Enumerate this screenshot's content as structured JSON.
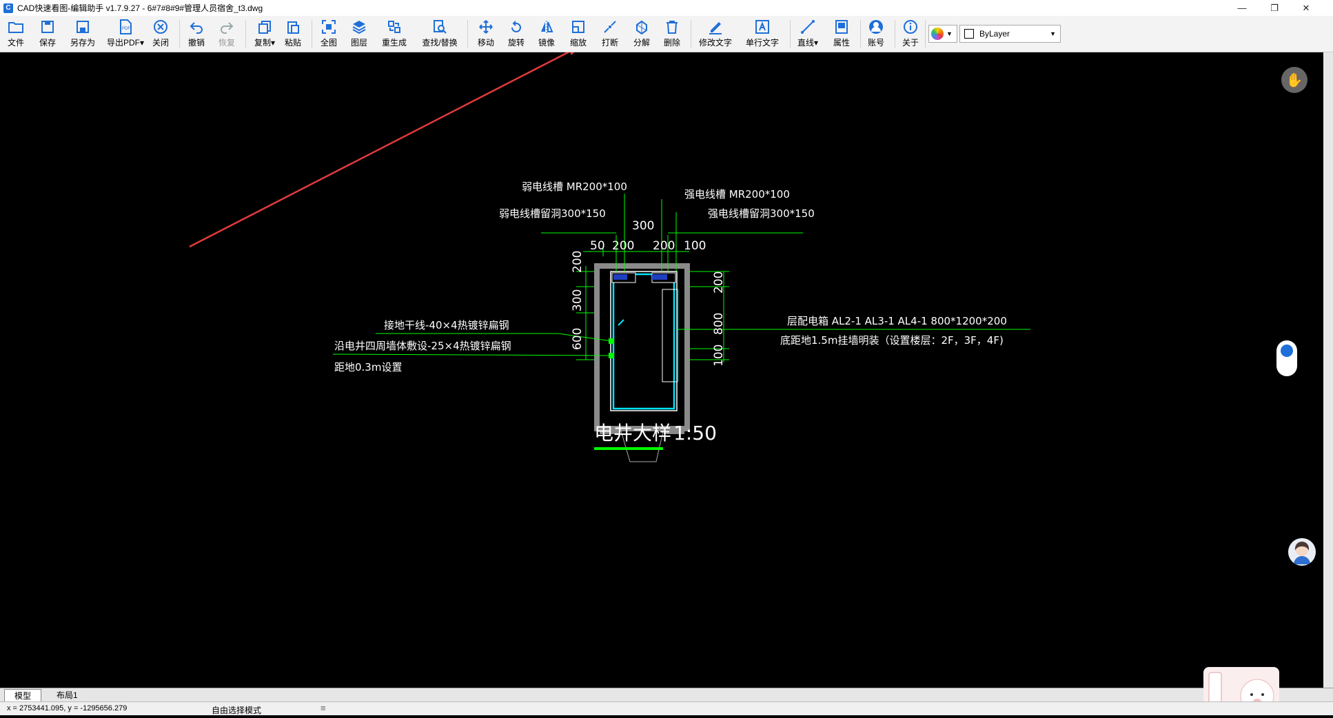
{
  "window": {
    "title": "CAD快速看图-编辑助手 v1.7.9.27 - 6#7#8#9#管理人员宿舍_t3.dwg",
    "minimize_icon": "minimize-icon",
    "maximize_icon": "restore-icon",
    "close_icon": "close-icon"
  },
  "toolbar": {
    "buttons": [
      {
        "label": "文件",
        "icon": "folder-icon"
      },
      {
        "label": "保存",
        "icon": "save-icon"
      },
      {
        "label": "另存为",
        "icon": "save-as-icon"
      },
      {
        "label": "导出PDF▾",
        "icon": "pdf-icon"
      },
      {
        "label": "关闭",
        "icon": "close-circle-icon"
      },
      {
        "label": "撤销",
        "icon": "undo-icon"
      },
      {
        "label": "恢复",
        "icon": "redo-icon"
      },
      {
        "label": "复制▾",
        "icon": "copy-icon"
      },
      {
        "label": "粘贴",
        "icon": "paste-icon"
      },
      {
        "label": "全图",
        "icon": "fit-all-icon"
      },
      {
        "label": "图层",
        "icon": "layers-icon"
      },
      {
        "label": "重生成",
        "icon": "regen-icon"
      },
      {
        "label": "查找/替换",
        "icon": "find-replace-icon"
      },
      {
        "label": "移动",
        "icon": "move-icon"
      },
      {
        "label": "旋转",
        "icon": "rotate-icon"
      },
      {
        "label": "镜像",
        "icon": "mirror-icon"
      },
      {
        "label": "缩放",
        "icon": "scale-icon"
      },
      {
        "label": "打断",
        "icon": "break-icon"
      },
      {
        "label": "分解",
        "icon": "explode-icon"
      },
      {
        "label": "删除",
        "icon": "delete-icon"
      },
      {
        "label": "修改文字",
        "icon": "edit-text-icon"
      },
      {
        "label": "单行文字",
        "icon": "single-line-text-icon"
      },
      {
        "label": "直线▾",
        "icon": "line-icon"
      },
      {
        "label": "属性",
        "icon": "properties-icon"
      },
      {
        "label": "账号",
        "icon": "account-icon"
      },
      {
        "label": "关于",
        "icon": "info-icon"
      }
    ],
    "color_select_icon": "color-wheel-icon",
    "layer_select": {
      "value": "ByLayer"
    }
  },
  "drawing": {
    "labels": {
      "weak_trunk": "弱电线槽 MR200*100",
      "weak_hole": "弱电线槽留洞300*150",
      "strong_trunk": "强电线槽 MR200*100",
      "strong_hole": "强电线槽留洞300*150",
      "grounding_main": "接地干线-40×4热镀锌扁钢",
      "grounding_wall": "沿电井四周墙体敷设-25×4热镀锌扁钢",
      "grounding_height": "距地0.3m设置",
      "panel_line1": "层配电箱 AL2-1 AL3-1 AL4-1 800*1200*200",
      "panel_line2": "底距地1.5m挂墙明装（设置楼层：2F，3F，4F)",
      "title": "电井大样",
      "scale": "1:50"
    },
    "dims_top": [
      "50",
      "200",
      "300",
      "200",
      "100"
    ],
    "dims_left": [
      "200",
      "300",
      "600"
    ],
    "dims_right": [
      "200",
      "800",
      "100"
    ]
  },
  "side": {
    "hand_icon": "pan-hand-icon",
    "location_icon": "location-icon",
    "avatar_icon": "assistant-avatar-icon"
  },
  "tabs": [
    {
      "label": "模型",
      "active": true
    },
    {
      "label": "布局1",
      "active": false
    }
  ],
  "status": {
    "coords": "x = 2753441.095, y = -1295656.279",
    "mode": "自由选择模式"
  },
  "colors": {
    "accent": "#1e6fd9",
    "cad_green": "#00ff00",
    "cad_cyan": "#00e5ff",
    "arrow_red": "#e23b3b",
    "wall_gray": "#8a8a8a"
  }
}
